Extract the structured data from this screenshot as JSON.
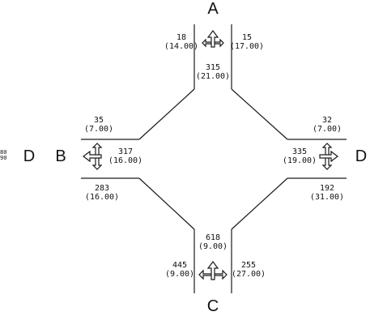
{
  "nodes": {
    "A": "A",
    "B": "B",
    "C": "C",
    "D_right": "D",
    "D_left": "D"
  },
  "left_edge_fragments": {
    "top": "80",
    "bottom": "90"
  },
  "approaches": {
    "A": {
      "left_turn": {
        "count": "18",
        "value": "(14.00)"
      },
      "right_turn": {
        "count": "15",
        "value": "(17.00)"
      },
      "link": {
        "count": "315",
        "value": "(21.00)"
      }
    },
    "B": {
      "upper": {
        "count": "35",
        "value": "(7.00)"
      },
      "main": {
        "count": "317",
        "value": "(16.00)"
      },
      "lower": {
        "count": "283",
        "value": "(16.00)"
      }
    },
    "D": {
      "upper": {
        "count": "32",
        "value": "(7.00)"
      },
      "main": {
        "count": "335",
        "value": "(19.00)"
      },
      "lower": {
        "count": "192",
        "value": "(31.00)"
      }
    },
    "C": {
      "link": {
        "count": "618",
        "value": "(9.00)"
      },
      "left_turn": {
        "count": "445",
        "value": "(9.00)"
      },
      "right_turn": {
        "count": "255",
        "value": "(27.00)"
      }
    }
  },
  "icons": {
    "A": "lane-arrow-left-straight-right-icon",
    "B": "lane-arrow-straight-right-icon",
    "D": "lane-arrow-straight-right-icon",
    "C": "lane-arrow-left-straight-right-icon"
  },
  "colors": {
    "line": "#1a1a1a",
    "text": "#111111",
    "background": "#ffffff"
  }
}
